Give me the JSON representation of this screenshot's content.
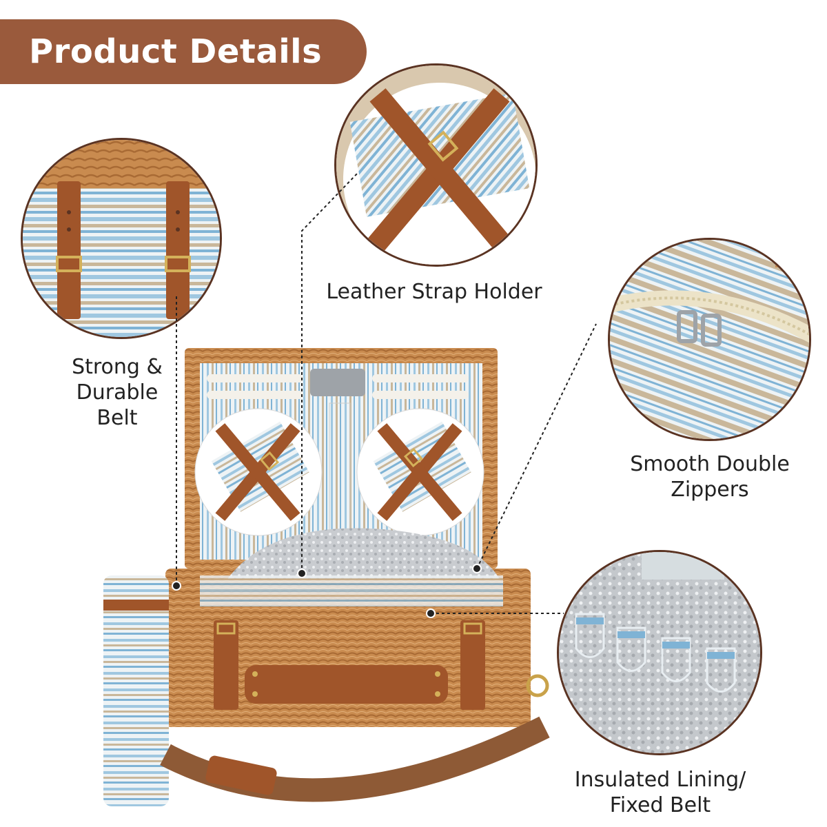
{
  "header": {
    "title": "Product Details"
  },
  "callouts": {
    "strap_holder": "Leather Strap Holder",
    "belt": [
      "Strong &",
      "Durable",
      "Belt"
    ],
    "zippers": [
      "Smooth Double",
      "Zippers"
    ],
    "lining": [
      "Insulated Lining/",
      "Fixed Belt"
    ]
  },
  "colors": {
    "banner": "#9a5a3c",
    "leather": "#a0552a",
    "wicker": "#c88a4e",
    "stripe_blue": "#9fc7e0",
    "stripe_tan": "#c9b79a"
  }
}
